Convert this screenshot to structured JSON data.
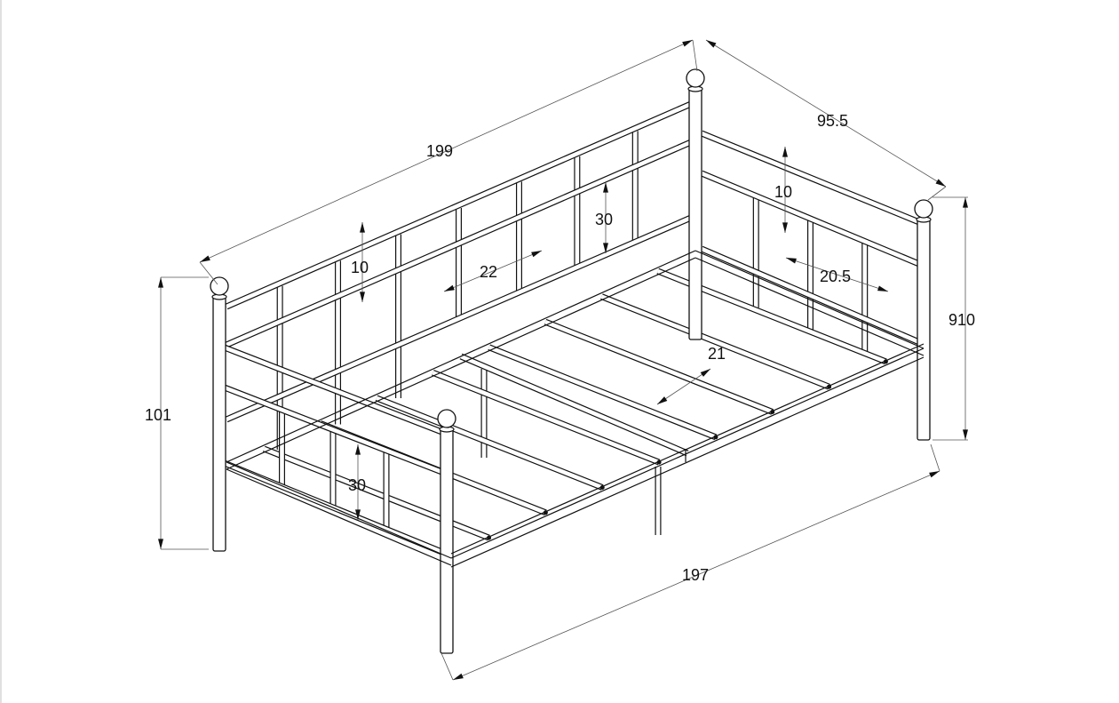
{
  "title": "Daybed frame dimension drawing",
  "dimensions": {
    "back_length": "199",
    "head_width": "95.5",
    "head_rail_gap": "10",
    "back_panel_height": "30",
    "back_spindle_spacing": "22",
    "back_rail_gap": "10",
    "head_spindle_spacing": "20.5",
    "head_height": "910",
    "foot_height": "101",
    "slat_spacing": "21",
    "foot_panel_height": "30",
    "front_length": "197"
  }
}
